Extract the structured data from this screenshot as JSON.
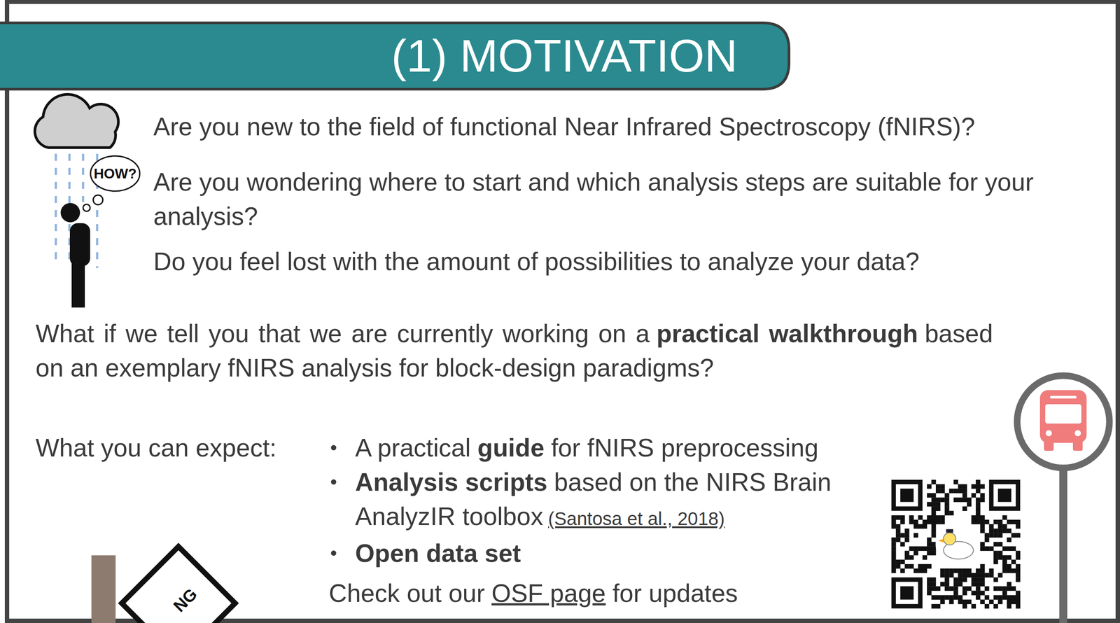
{
  "diagram": {
    "title": "(1) MOTIVATION",
    "nodes": [
      {
        "text": [
          "HOW?"
        ]
      },
      {
        "text": [
          "NG"
        ]
      }
    ],
    "labels": [
      "Are you new to the field of functional Near Infrared Spectroscopy (fNIRS)?",
      "Are you wondering where to start and which analysis steps are suitable for your analysis?",
      "Do you feel lost with the amount of possibilities to analyze your data?",
      "What if we tell you that we are currently working on a",
      "practical walkthrough",
      "based on an exemplary fNIRS analysis for block-design paradigms?",
      "What you can expect:",
      "A practical",
      "guide",
      "for fNIRS preprocessing",
      "Analysis scripts",
      "based on the NIRS Brain AnalyzIR toolbox",
      "(Santosa et al., 2018)",
      "Open data set",
      "Check out our",
      "OSF page",
      "for updates"
    ]
  }
}
